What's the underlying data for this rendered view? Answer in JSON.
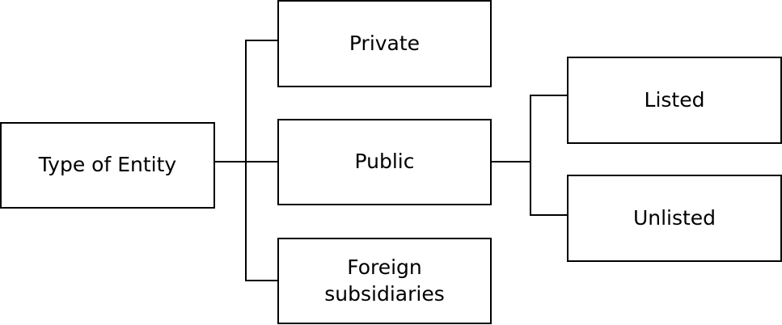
{
  "diagram": {
    "root": {
      "label": "Type of Entity"
    },
    "children": [
      {
        "label": "Private"
      },
      {
        "label": "Public"
      },
      {
        "label": "Foreign\nsubsidiaries"
      }
    ],
    "public_children": [
      {
        "label": "Listed"
      },
      {
        "label": "Unlisted"
      }
    ]
  }
}
